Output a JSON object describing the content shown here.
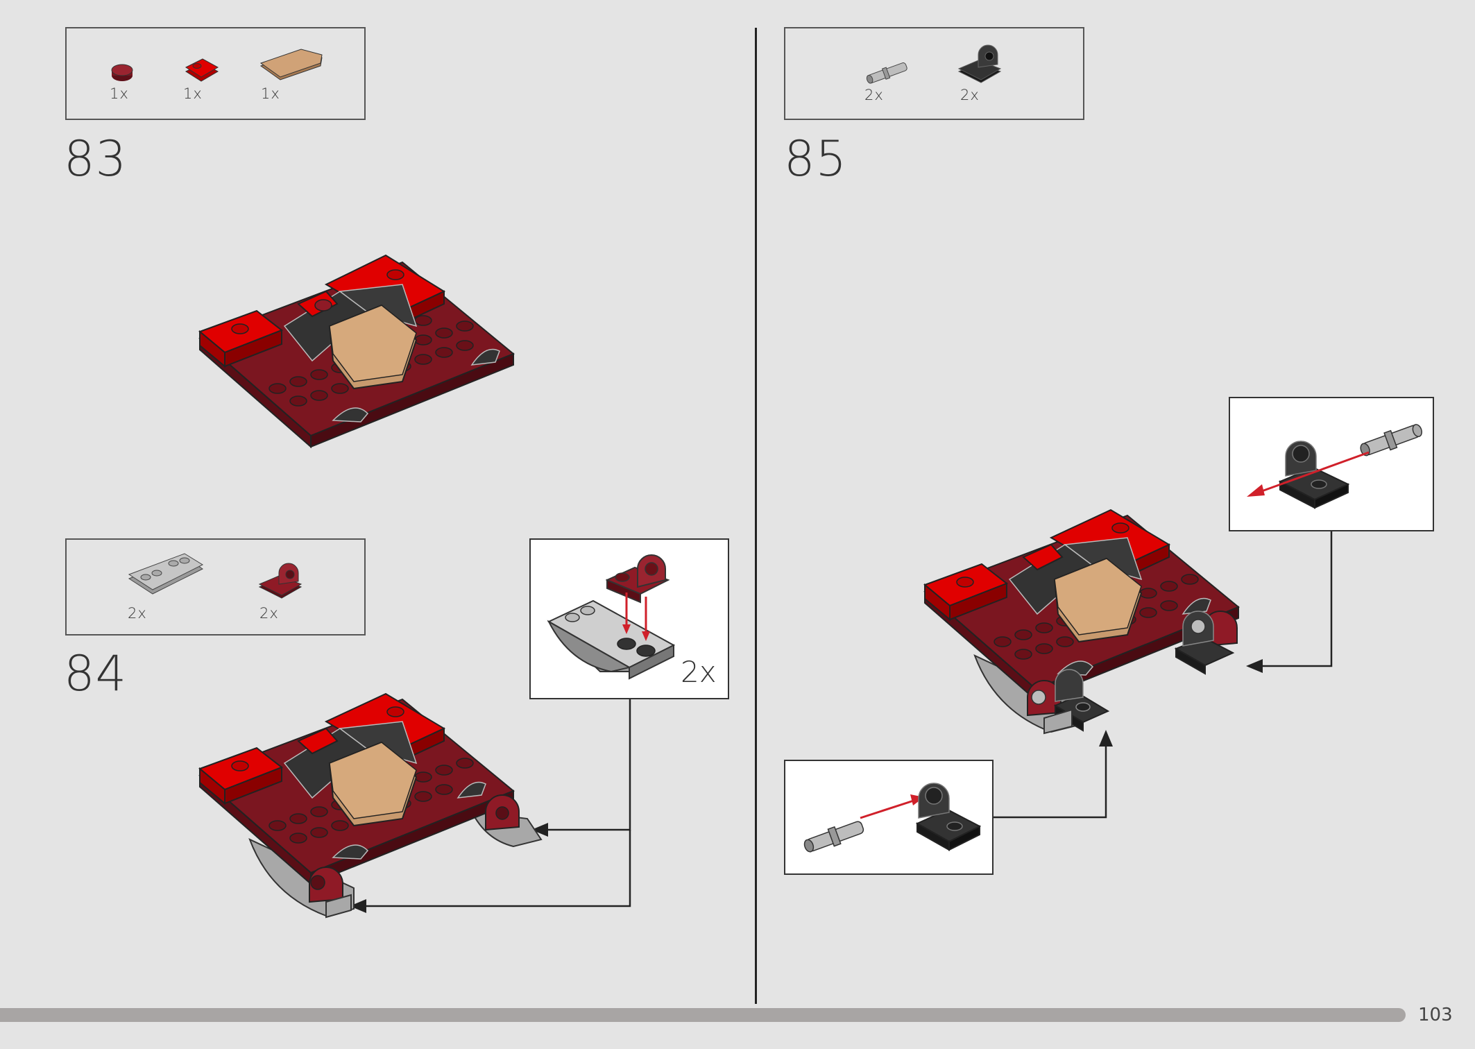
{
  "page": {
    "number": "103",
    "progress_fraction": 0.953
  },
  "steps": [
    {
      "number": "83",
      "parts": [
        {
          "icon": "dark-red-round-plate-icon",
          "qty": "1x"
        },
        {
          "icon": "red-curved-slope-icon",
          "qty": "1x"
        },
        {
          "icon": "tan-wedge-tile-icon",
          "qty": "1x"
        }
      ]
    },
    {
      "number": "84",
      "parts": [
        {
          "icon": "gray-curved-slope-icon",
          "qty": "2x"
        },
        {
          "icon": "dark-red-hole-plate-icon",
          "qty": "2x"
        }
      ],
      "callout_multiplier": "2x"
    },
    {
      "number": "85",
      "parts": [
        {
          "icon": "gray-pin-icon",
          "qty": "2x"
        },
        {
          "icon": "black-hole-plate-icon",
          "qty": "2x"
        }
      ]
    }
  ],
  "colors": {
    "red": "#d40000",
    "dark_red": "#7b1620",
    "tan": "#c89a6e",
    "black": "#2a2a2a",
    "light_gray": "#b9b9b9",
    "arrow_red": "#d0202a",
    "background": "#e4e4e4"
  }
}
